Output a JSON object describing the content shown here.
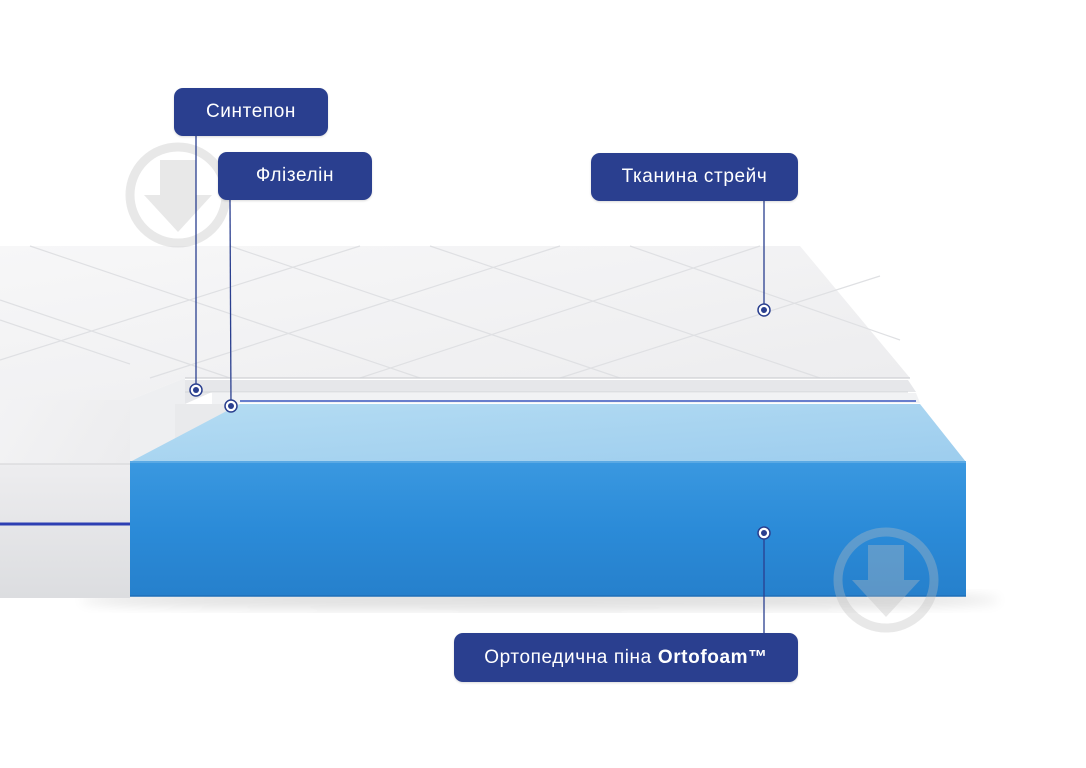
{
  "labels": {
    "sintepon": "Синтепон",
    "flizelin": "Флізелін",
    "tkanyna": "Тканина стрейч",
    "foam_prefix": "Ортопедична піна",
    "foam_brand": "Ortofoam™"
  },
  "colors": {
    "label_bg": "#2a3f8f",
    "label_text": "#ffffff",
    "foam_front": "#2b8bd8",
    "foam_top": "#a9d6f0",
    "cover": "#f4f5f6",
    "seam_accent": "#2d3fb3"
  },
  "icons": {
    "watermark": "down-arrow-circle-icon"
  }
}
